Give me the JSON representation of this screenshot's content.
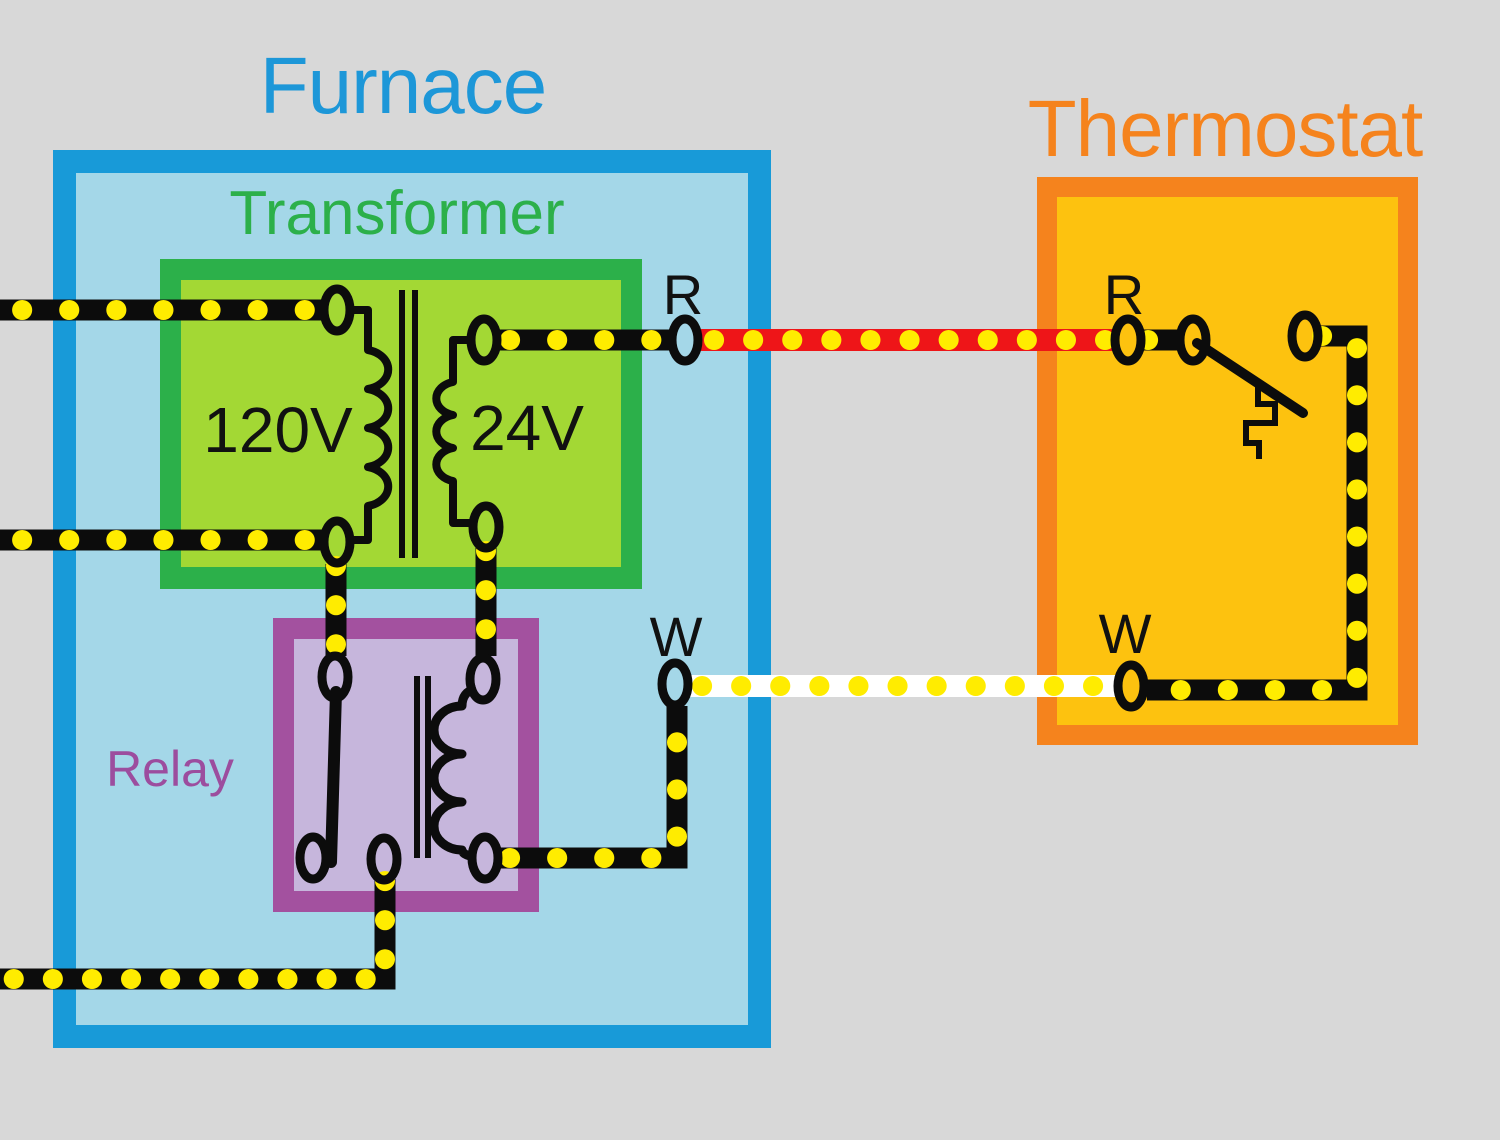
{
  "furnace": {
    "title": "Furnace",
    "transformer": {
      "title": "Transformer",
      "primary_label": "120V",
      "secondary_label": "24V"
    },
    "relay": {
      "title": "Relay"
    },
    "terminals": {
      "r": "R",
      "w": "W"
    }
  },
  "thermostat": {
    "title": "Thermostat",
    "terminals": {
      "r": "R",
      "w": "W"
    }
  },
  "colors": {
    "background": "#d8d8d8",
    "furnace_border": "#189ad8",
    "furnace_fill": "#a4d7e8",
    "furnace_title": "#1d97d8",
    "transformer_border": "#2cb04a",
    "transformer_fill": "#a3d834",
    "relay_border": "#a3519f",
    "relay_fill": "#c6b6dc",
    "relay_title": "#9c4d9e",
    "thermostat_border": "#f5831d",
    "thermostat_fill": "#fdc20f",
    "wire_black": "#0c0c0c",
    "wire_red": "#ee1518",
    "wire_white": "#ffffff",
    "wire_dot_yellow": "#ffec00"
  }
}
